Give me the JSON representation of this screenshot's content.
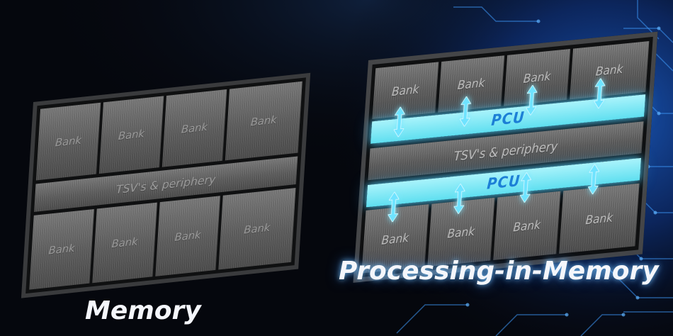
{
  "memory": {
    "title": "Memory",
    "bank_label": "Bank",
    "periphery_label": "TSV's & periphery"
  },
  "pim": {
    "title": "Processing-in-Memory",
    "bank_label": "Bank",
    "periphery_label": "TSV's & periphery",
    "pcu_label": "PCU"
  },
  "colors": {
    "background": "#05070d",
    "circuit_glow": "#1e6fd0",
    "pcu_fill": "#7fe8f6",
    "pcu_text": "#1c7fd6",
    "bank_text": "#9a9a9a",
    "title_text": "#f4f6fb"
  }
}
